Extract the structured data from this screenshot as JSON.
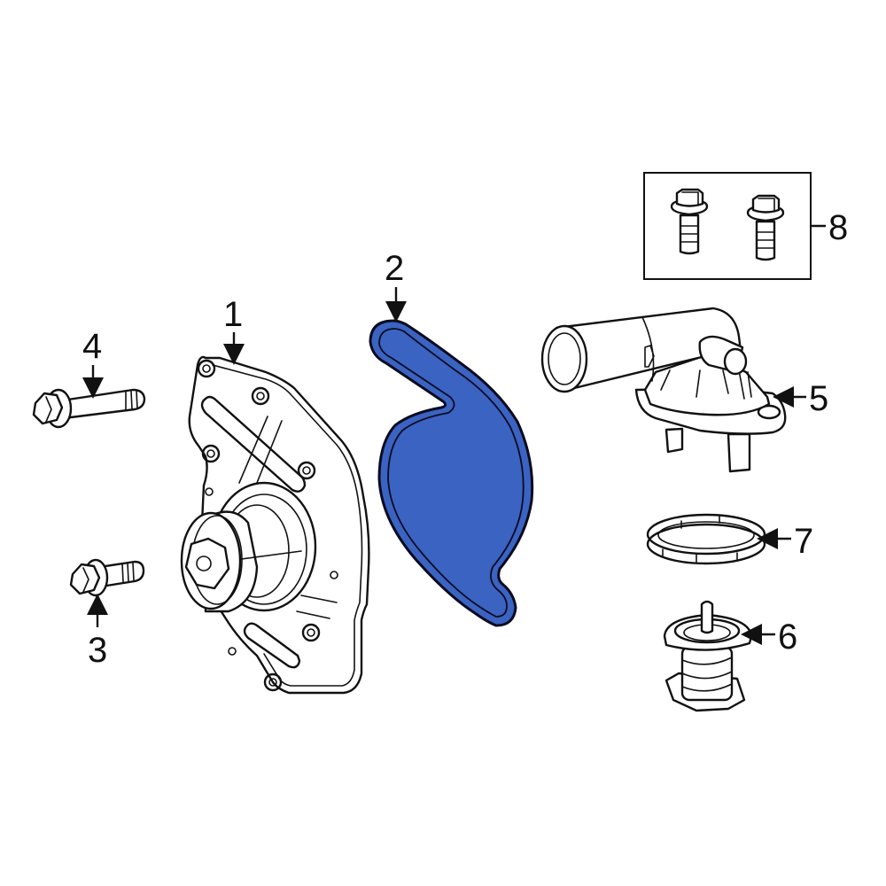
{
  "diagram": {
    "type": "exploded-parts-diagram",
    "highlight_color": "#3A63C2",
    "highlighted_part": "2",
    "callouts": [
      {
        "id": "1",
        "label": "1",
        "part": "water-pump"
      },
      {
        "id": "2",
        "label": "2",
        "part": "water-pump-gasket"
      },
      {
        "id": "3",
        "label": "3",
        "part": "short-bolt"
      },
      {
        "id": "4",
        "label": "4",
        "part": "long-bolt"
      },
      {
        "id": "5",
        "label": "5",
        "part": "thermostat-housing"
      },
      {
        "id": "6",
        "label": "6",
        "part": "thermostat"
      },
      {
        "id": "7",
        "label": "7",
        "part": "seal-ring"
      },
      {
        "id": "8",
        "label": "8",
        "part": "housing-bolts-kit"
      }
    ]
  }
}
